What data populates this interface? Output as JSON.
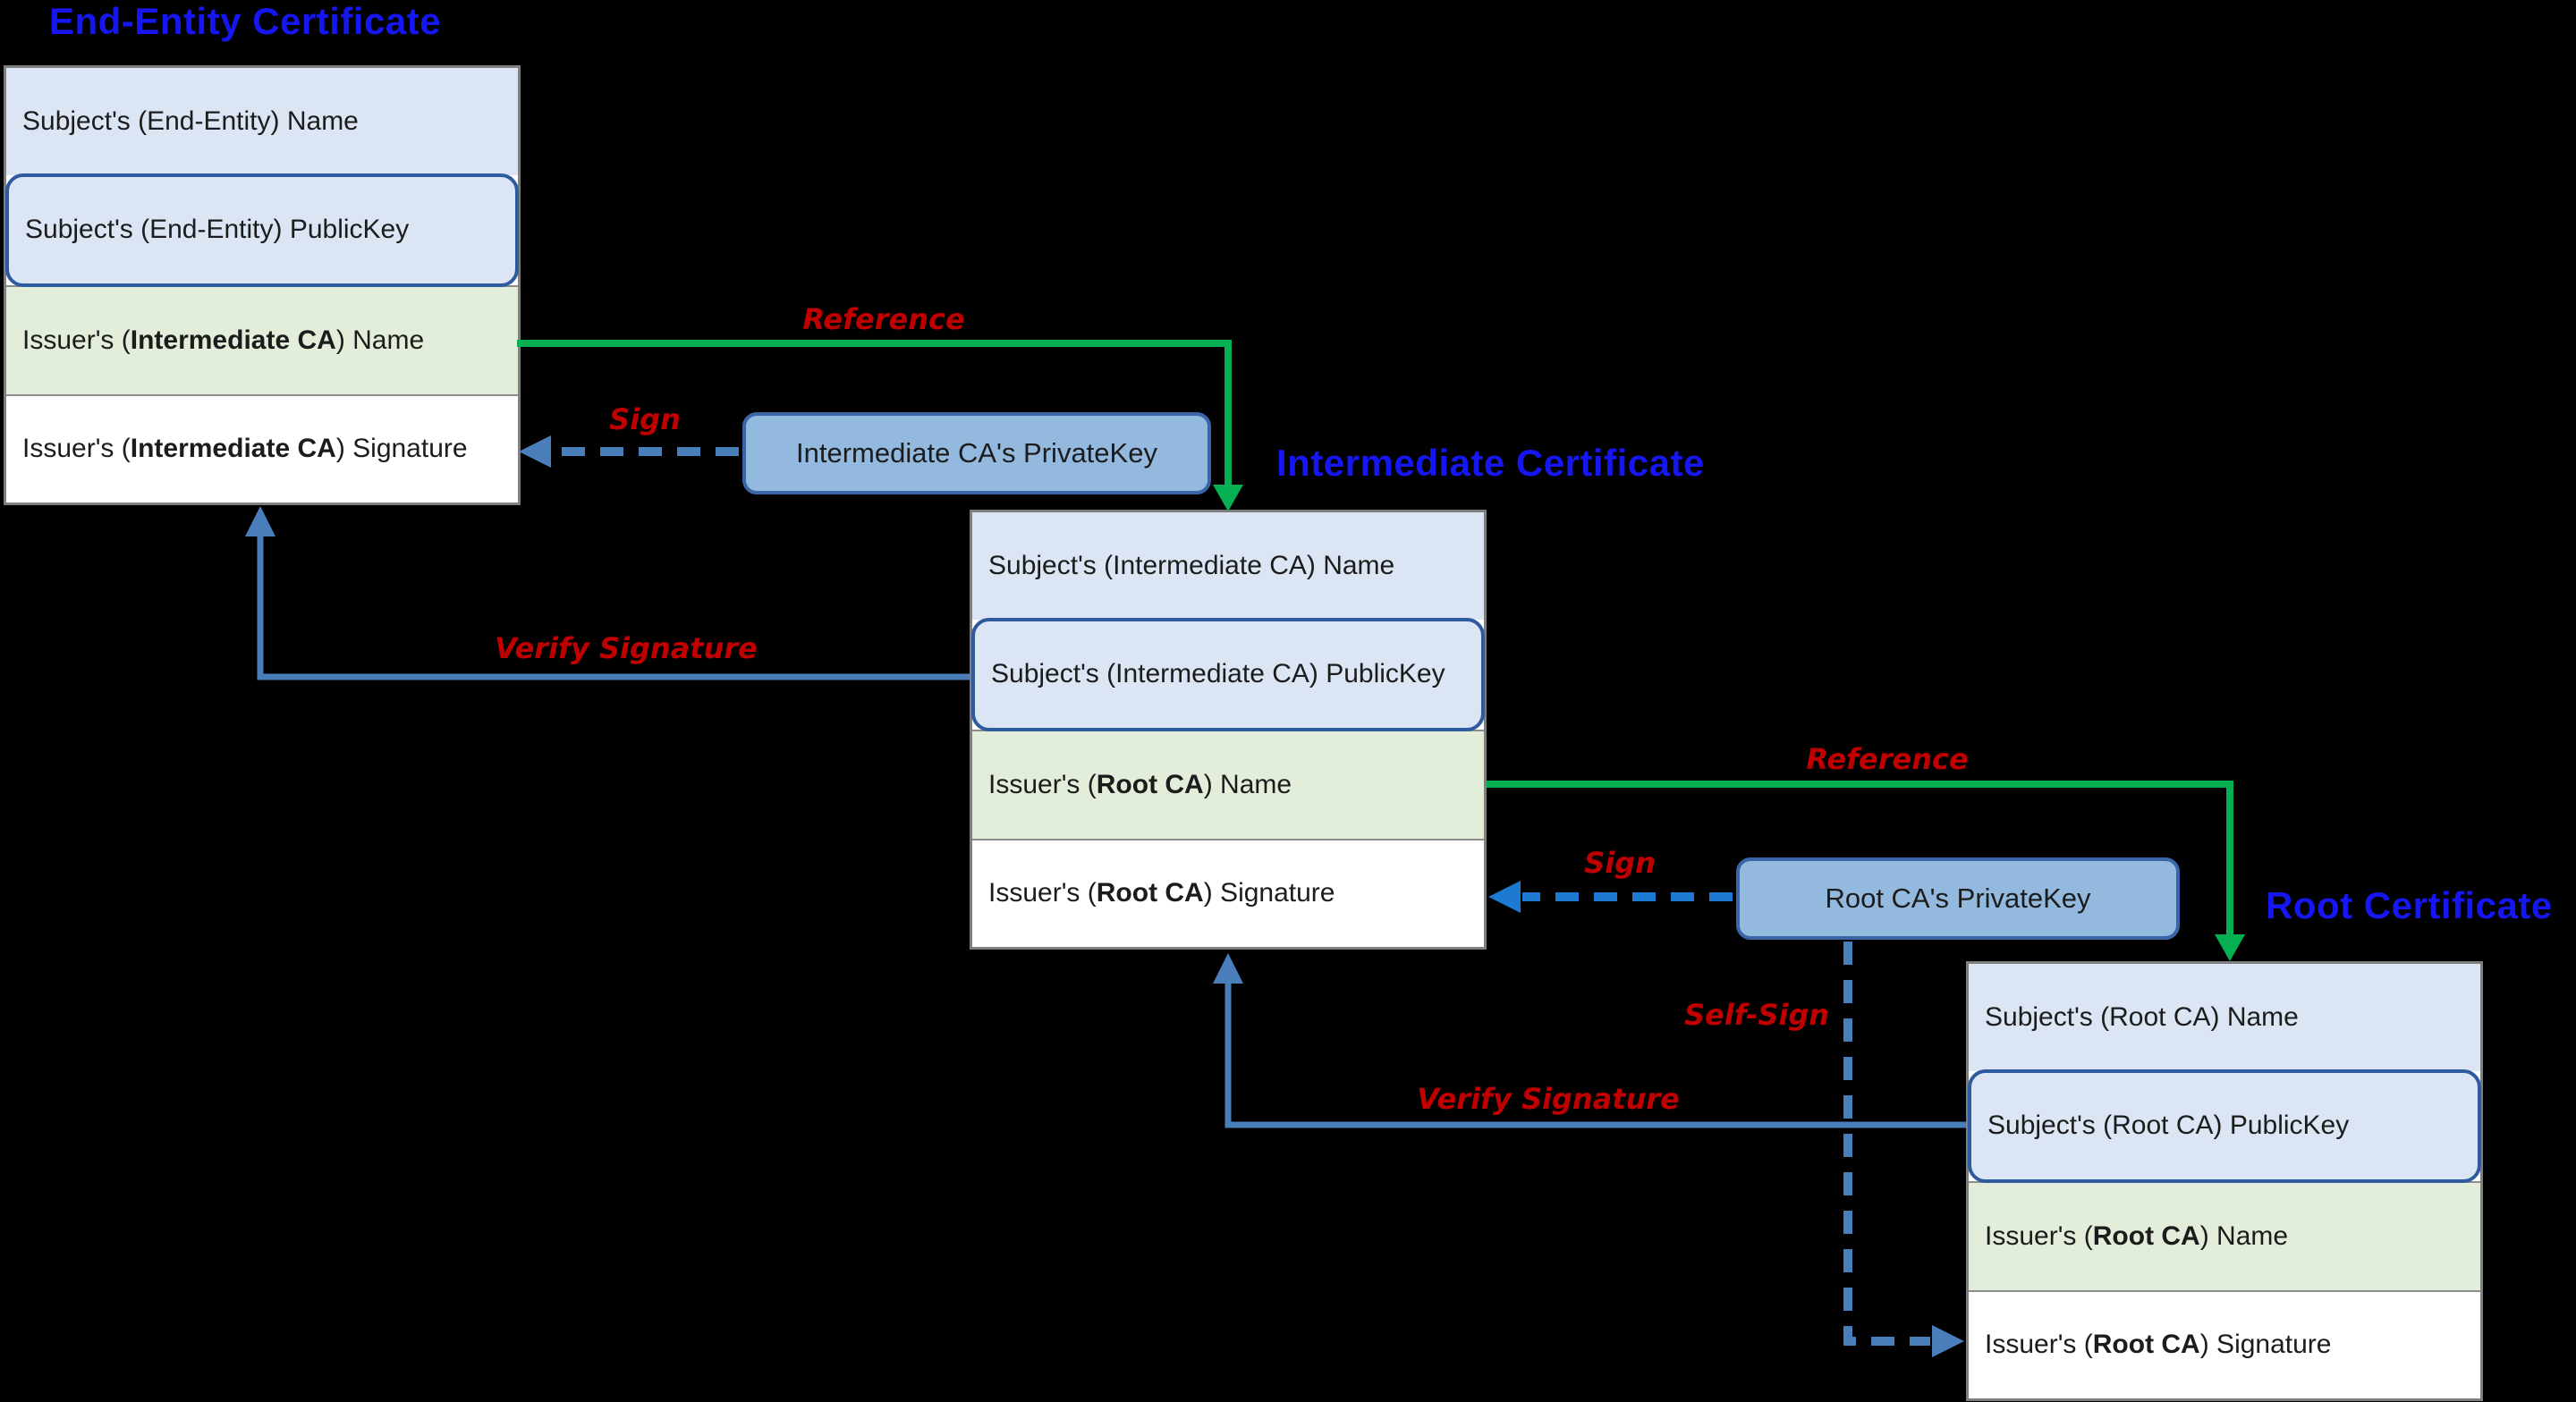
{
  "colors": {
    "background": "#000000",
    "title_blue": "#1616f2",
    "label_red": "#c00000",
    "arrow_green": "#05b052",
    "arrow_blue": "#4a7ebb",
    "arrow_blue_bright": "#1e79d2",
    "row_blue_fill": "#dbe5f3",
    "row_green_fill": "#e3eeda",
    "row_white_fill": "#ffffff",
    "pubkey_border": "#2e5b9f",
    "box_border": "#7f7f7f",
    "row_separator": "#8c8c8c",
    "privatekey_fill": "#93bade",
    "privatekey_border": "#3a66a8",
    "text_dark": "#1c1c1c"
  },
  "certs": {
    "end_entity": {
      "title": "End-Entity Certificate",
      "rows": [
        {
          "prefix": "Subject's (End-Entity) Name",
          "bold": "",
          "suffix": ""
        },
        {
          "prefix": "Subject's (End-Entity) PublicKey",
          "bold": "",
          "suffix": ""
        },
        {
          "prefix": "Issuer's (",
          "bold": "Intermediate CA",
          "suffix": ") Name"
        },
        {
          "prefix": "Issuer's (",
          "bold": "Intermediate CA",
          "suffix": ") Signature"
        }
      ]
    },
    "intermediate": {
      "title": "Intermediate Certificate",
      "rows": [
        {
          "prefix": "Subject's (Intermediate CA) Name",
          "bold": "",
          "suffix": ""
        },
        {
          "prefix": "Subject's (Intermediate CA) PublicKey",
          "bold": "",
          "suffix": ""
        },
        {
          "prefix": "Issuer's (",
          "bold": "Root CA",
          "suffix": ") Name"
        },
        {
          "prefix": "Issuer's (",
          "bold": "Root CA",
          "suffix": ") Signature"
        }
      ]
    },
    "root": {
      "title": "Root Certificate",
      "rows": [
        {
          "prefix": "Subject's (Root CA) Name",
          "bold": "",
          "suffix": ""
        },
        {
          "prefix": "Subject's (Root CA) PublicKey",
          "bold": "",
          "suffix": ""
        },
        {
          "prefix": "Issuer's (",
          "bold": "Root CA",
          "suffix": ") Name"
        },
        {
          "prefix": "Issuer's (",
          "bold": "Root CA",
          "suffix": ") Signature"
        }
      ]
    }
  },
  "private_keys": {
    "intermediate": "Intermediate CA's PrivateKey",
    "root": "Root CA's PrivateKey"
  },
  "labels": {
    "reference1": "Reference",
    "sign1": "Sign",
    "verify_signature1": "Verify Signature",
    "reference2": "Reference",
    "sign2": "Sign",
    "self_sign": "Self-Sign",
    "verify_signature2": "Verify Signature"
  }
}
